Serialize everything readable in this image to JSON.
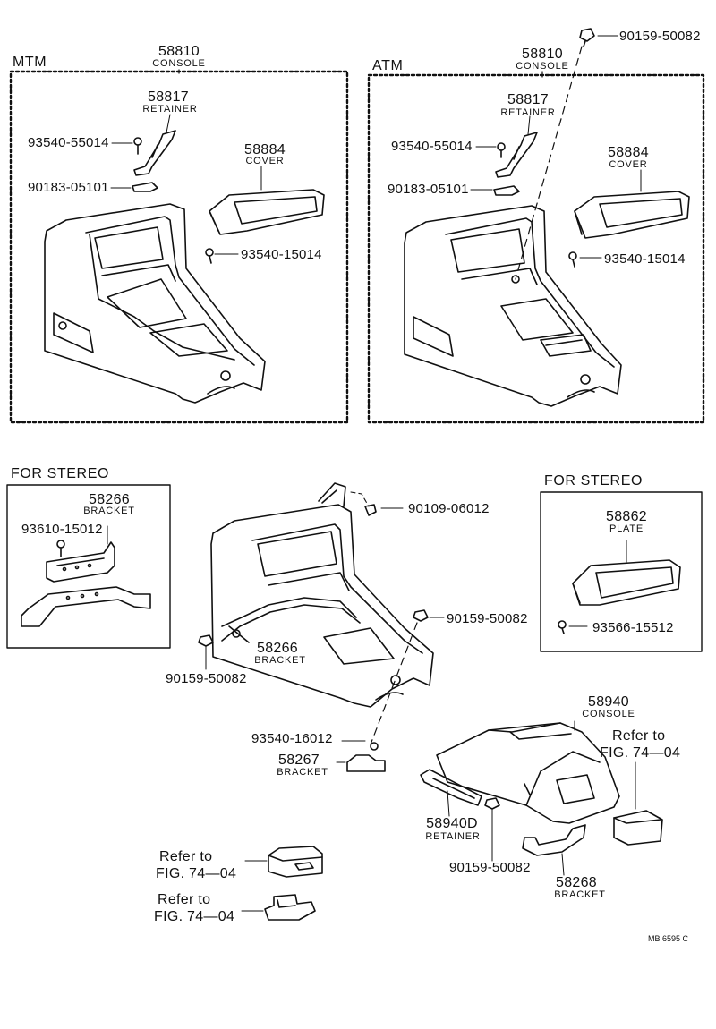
{
  "sections": {
    "mtm": "MTM",
    "atm": "ATM",
    "stereo_left": "FOR STEREO",
    "stereo_right": "FOR STEREO"
  },
  "mtm_panel": {
    "console_no": "58810",
    "console_name": "CONSOLE",
    "retainer_no": "58817",
    "retainer_name": "RETAINER",
    "screw_a": "93540-55014",
    "clip": "90183-05101",
    "cover_no": "58884",
    "cover_name": "COVER",
    "screw_b": "93540-15014"
  },
  "atm_panel": {
    "console_no": "58810",
    "console_name": "CONSOLE",
    "bolt_top": "90159-50082",
    "retainer_no": "58817",
    "retainer_name": "RETAINER",
    "screw_a": "93540-55014",
    "clip": "90183-05101",
    "cover_no": "58884",
    "cover_name": "COVER",
    "screw_b": "93540-15014"
  },
  "stereo_left_box": {
    "bracket_no": "58266",
    "bracket_name": "BRACKET",
    "screw": "93610-15012"
  },
  "center": {
    "bolt_top": "90109-06012",
    "bracket_no": "58266",
    "bracket_name": "BRACKET",
    "bolt_left": "90159-50082",
    "bolt_right": "90159-50082",
    "screw_bottom": "93540-16012",
    "bracket2_no": "58267",
    "bracket2_name": "BRACKET"
  },
  "stereo_right_box": {
    "plate_no": "58862",
    "plate_name": "PLATE",
    "screw": "93566-15512"
  },
  "rear_console": {
    "console_no": "58940",
    "console_name": "CONSOLE",
    "refer_1": "Refer to",
    "refer_2": "FIG. 74—04",
    "retainer_no": "58940D",
    "retainer_name": "RETAINER",
    "bolt": "90159-50082",
    "bracket_no": "58268",
    "bracket_name": "BRACKET"
  },
  "bottom_refs": {
    "ref_a_1": "Refer to",
    "ref_a_2": "FIG. 74—04",
    "ref_b_1": "Refer to",
    "ref_b_2": "FIG. 74—04"
  },
  "drawing_code": "MB 6595 C"
}
